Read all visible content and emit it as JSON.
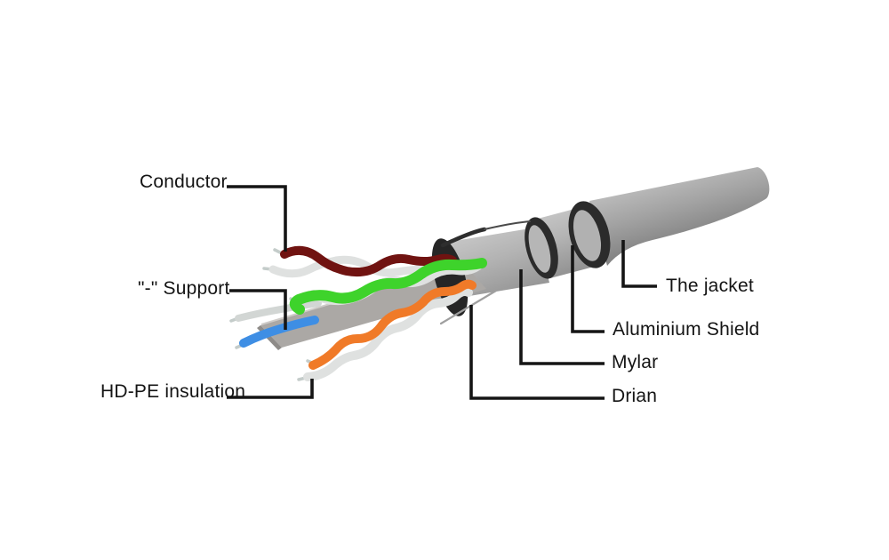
{
  "labels": {
    "conductor": "Conductor",
    "support": "\"-\" Support",
    "hd_pe_insulation": "HD-PE insulation",
    "the_jacket": "The jacket",
    "aluminium_shield": "Aluminium Shield",
    "mylar": "Mylar",
    "drain": "Drian"
  },
  "colors": {
    "pair_maroon": "#701311",
    "pair_green": "#3ed32b",
    "pair_orange": "#f07a28",
    "wire_blue": "#3e8ee4",
    "wire_white": "#dfe1e0",
    "wire_white_dim": "#d2d6d4",
    "wire_tip": "#c4ccca",
    "foil_gray": "#aba8a5",
    "foil_edge": "#8e8b88",
    "foil_highlight": "#cfccc9",
    "ring_dark": "#2b2b2b",
    "mouth_dark": "#262626",
    "drain_gray": "#9f9f9f",
    "leader": "#151515",
    "text": "#141414"
  }
}
